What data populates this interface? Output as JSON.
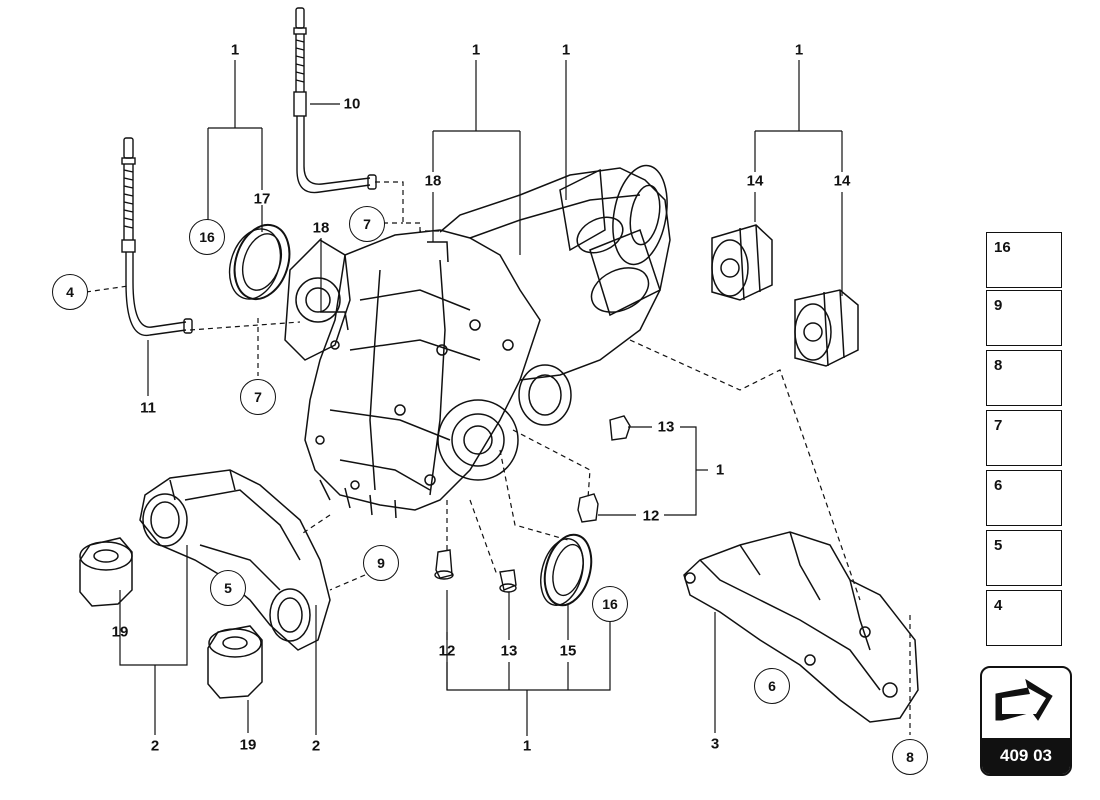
{
  "callouts": {
    "c1a": "1",
    "c1b": "1",
    "c1c": "1",
    "c1d": "1",
    "c1e": "1",
    "c1f": "1",
    "c2a": "2",
    "c2b": "2",
    "c3": "3",
    "c10": "10",
    "c11": "11",
    "c12a": "12",
    "c12b": "12",
    "c13a": "13",
    "c13b": "13",
    "c14a": "14",
    "c14b": "14",
    "c15": "15",
    "c17": "17",
    "c18a": "18",
    "c18b": "18",
    "c19a": "19",
    "c19b": "19"
  },
  "circled": {
    "c4": "4",
    "c5": "5",
    "c6": "6",
    "c7a": "7",
    "c7b": "7",
    "c8": "8",
    "c9": "9",
    "c16a": "16",
    "c16b": "16"
  },
  "legend": [
    {
      "num": "16",
      "icon": "long-bolt-icon"
    },
    {
      "num": "9",
      "icon": "flange-bolt-icon"
    },
    {
      "num": "8",
      "icon": "stud-bolt-icon"
    },
    {
      "num": "7",
      "icon": "hose-clamp-icon"
    },
    {
      "num": "6",
      "icon": "bolt-icon"
    },
    {
      "num": "5",
      "icon": "short-bolt-icon"
    },
    {
      "num": "4",
      "icon": "clip-icon"
    }
  ],
  "page_code": "409 03",
  "colors": {
    "line": "#111111",
    "badge": "#111111"
  }
}
